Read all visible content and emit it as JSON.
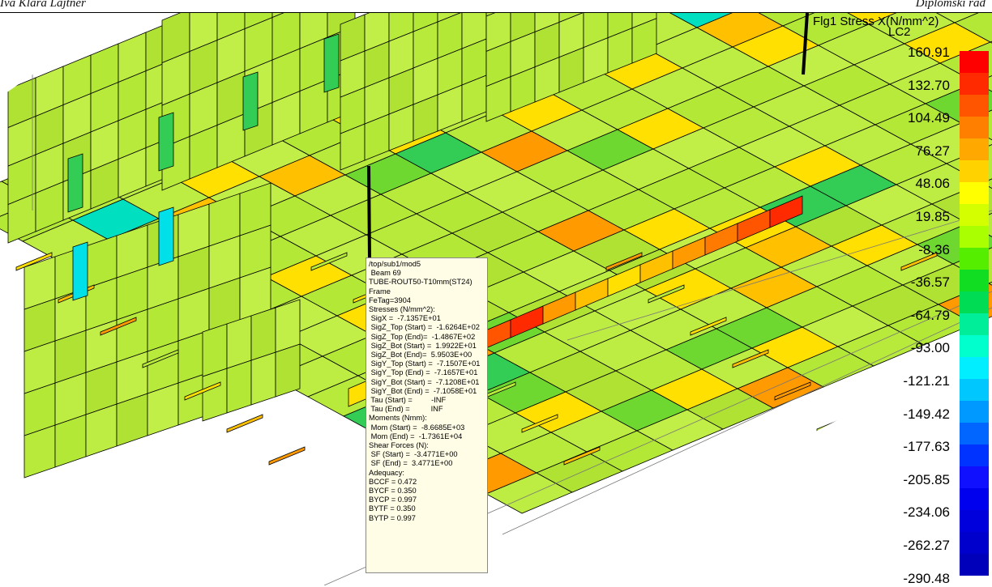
{
  "header": {
    "author": "Iva Klara Lajtner",
    "doc_type": "Diplomski rad"
  },
  "legend": {
    "title": "Flg1 Stress X(N/mm^2)",
    "case": "LC2",
    "labels": [
      "160.91",
      "132.70",
      "104.49",
      "76.27",
      "48.06",
      "19.85",
      "-8.36",
      "-36.57",
      "-64.79",
      "-93.00",
      "-121.21",
      "-149.42",
      "-177.63",
      "-205.85",
      "-234.06",
      "-262.27",
      "-290.48"
    ],
    "colors": [
      "#ff0000",
      "#ff2a00",
      "#ff5500",
      "#ff7f00",
      "#ffa800",
      "#ffd200",
      "#ffff00",
      "#d4ff00",
      "#aaff00",
      "#55ee00",
      "#11dd22",
      "#00dd55",
      "#00ee99",
      "#00ffcc",
      "#00eeff",
      "#00c8ff",
      "#0099ff",
      "#0066ff",
      "#0033ff",
      "#1010ff",
      "#0000ee",
      "#0000dd",
      "#0000cc",
      "#0000bb"
    ]
  },
  "tooltip": {
    "lines": [
      "/top/sub1/mod5",
      " Beam 69",
      "TUBE-ROUT50-T10mm(ST24)",
      "Frame",
      "FeTag=3904",
      "Stresses (N/mm^2):",
      " SigX =  -7.1357E+01",
      " SigZ_Top (Start) =  -1.6264E+02",
      " SigZ_Top (End)=  -1.4867E+02",
      " SigZ_Bot (Start) =  1.9922E+01",
      " SigZ_Bot (End)=  5.9503E+00",
      " SigY_Top (Start) =  -7.1507E+01",
      " SigY_Top (End) =  -7.1657E+01",
      " SigY_Bot (Start) =  -7.1208E+01",
      " SigY_Bot (End) =  -7.1058E+01",
      " Tau (Start) =         -INF",
      " Tau (End) =          INF",
      "Moments (Nmm):",
      " Mom (Start) =  -8.6685E+03",
      " Mom (End) =  -1.7361E+04",
      "Shear Forces (N):",
      " SF (Start) =  -3.4771E+00",
      " SF (End) =  3.4771E+00",
      "Adequacy:",
      "BCCF = 0.472",
      "BYCF = 0.350",
      "BYCP = 0.997",
      "BYTF = 0.350",
      "BYTP = 0.997"
    ]
  }
}
